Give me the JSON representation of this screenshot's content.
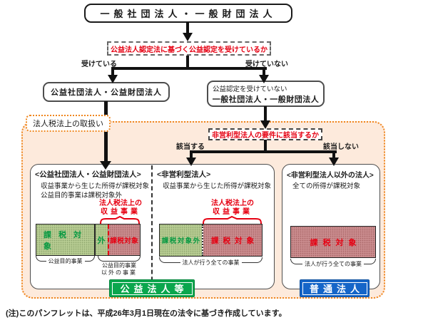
{
  "colors": {
    "accent_red": "#e60012",
    "orange_border": "#f0861e",
    "orange_fill": "#fdeadc",
    "green_fill": "#b7cc92",
    "pink_fill": "#ca8c8e",
    "green_badge": "#0aa64d",
    "blue_badge": "#1565c8",
    "green_text": "#089a42"
  },
  "flow": {
    "root": "一般社団法人・一般財団法人",
    "q1": "公益法人認定法に基づく公益認定を受けているか",
    "q1_yes": "受けている",
    "q1_no": "受けていない",
    "koeki": "公益社団法人・公益財団法人",
    "ippan_line1": "公益認定を受けていない",
    "ippan_line2": "一般社団法人・一般財団法人",
    "q2": "非営利型法人の要件に該当するか",
    "q2_yes": "該当する",
    "q2_no": "該当しない"
  },
  "tax": {
    "section_label": "法人税法上の取扱い",
    "col1": {
      "title": "<公益社団法人・公益財団法人>",
      "desc1": "収益事業から生じた所得が課税対象",
      "desc2": "公益目的事業は課税対象外",
      "red_label1": "法人税法上の",
      "red_label2": "収益事業",
      "bar_green": "課税対象",
      "bar_green2": "外",
      "bar_red": "課税対象",
      "brace_left": "公益目的事業",
      "brace_right1": "公益目的事業",
      "brace_right2": "以外の事業"
    },
    "col2": {
      "title": "<非営利型法人>",
      "desc1": "収益事業から生じた所得が課税対象",
      "red_label1": "法人税法上の",
      "red_label2": "収益事業",
      "bar_green": "課税対象外",
      "bar_red": "課税対象",
      "brace": "法人が行う全ての事業"
    },
    "col3": {
      "title": "<非営利型法人以外の法人>",
      "desc1": "全ての所得が課税対象",
      "bar_red": "課税対象",
      "brace": "法人が行う全ての事業"
    },
    "badge_koeki": "公益法人等",
    "badge_futsu": "普通法人"
  },
  "footer": {
    "note": "(注)このパンフレットは、平成26年3月1日現在の法令に基づき作成しています。"
  }
}
